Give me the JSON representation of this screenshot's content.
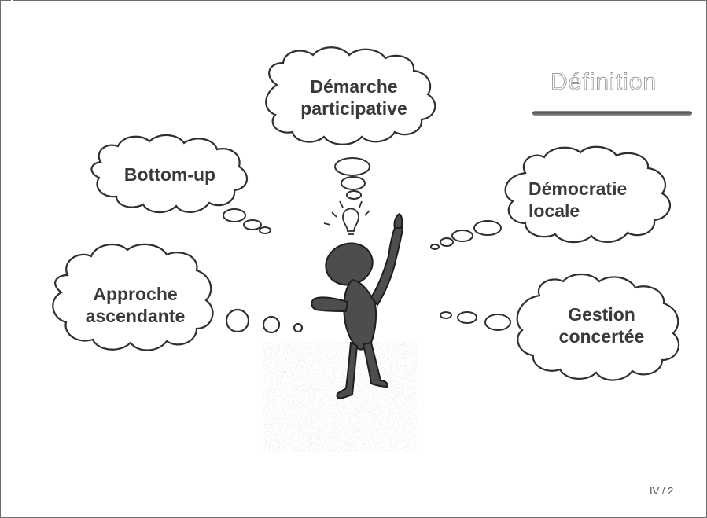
{
  "slide": {
    "title": "Définition",
    "page_number": "IV / 2"
  },
  "bubbles": {
    "demarche": {
      "line1": "Démarche",
      "line2": "participative"
    },
    "bottom_up": {
      "line1": "Bottom-up"
    },
    "democratie": {
      "line1": "Démocratie",
      "line2": "locale"
    },
    "approche": {
      "line1": "Approche",
      "line2": "ascendante"
    },
    "gestion": {
      "line1": "Gestion",
      "line2": "concertée"
    }
  },
  "colors": {
    "outline": "#2f2f2f",
    "figure": "#4d4d4d",
    "text": "#3a3a3a"
  }
}
